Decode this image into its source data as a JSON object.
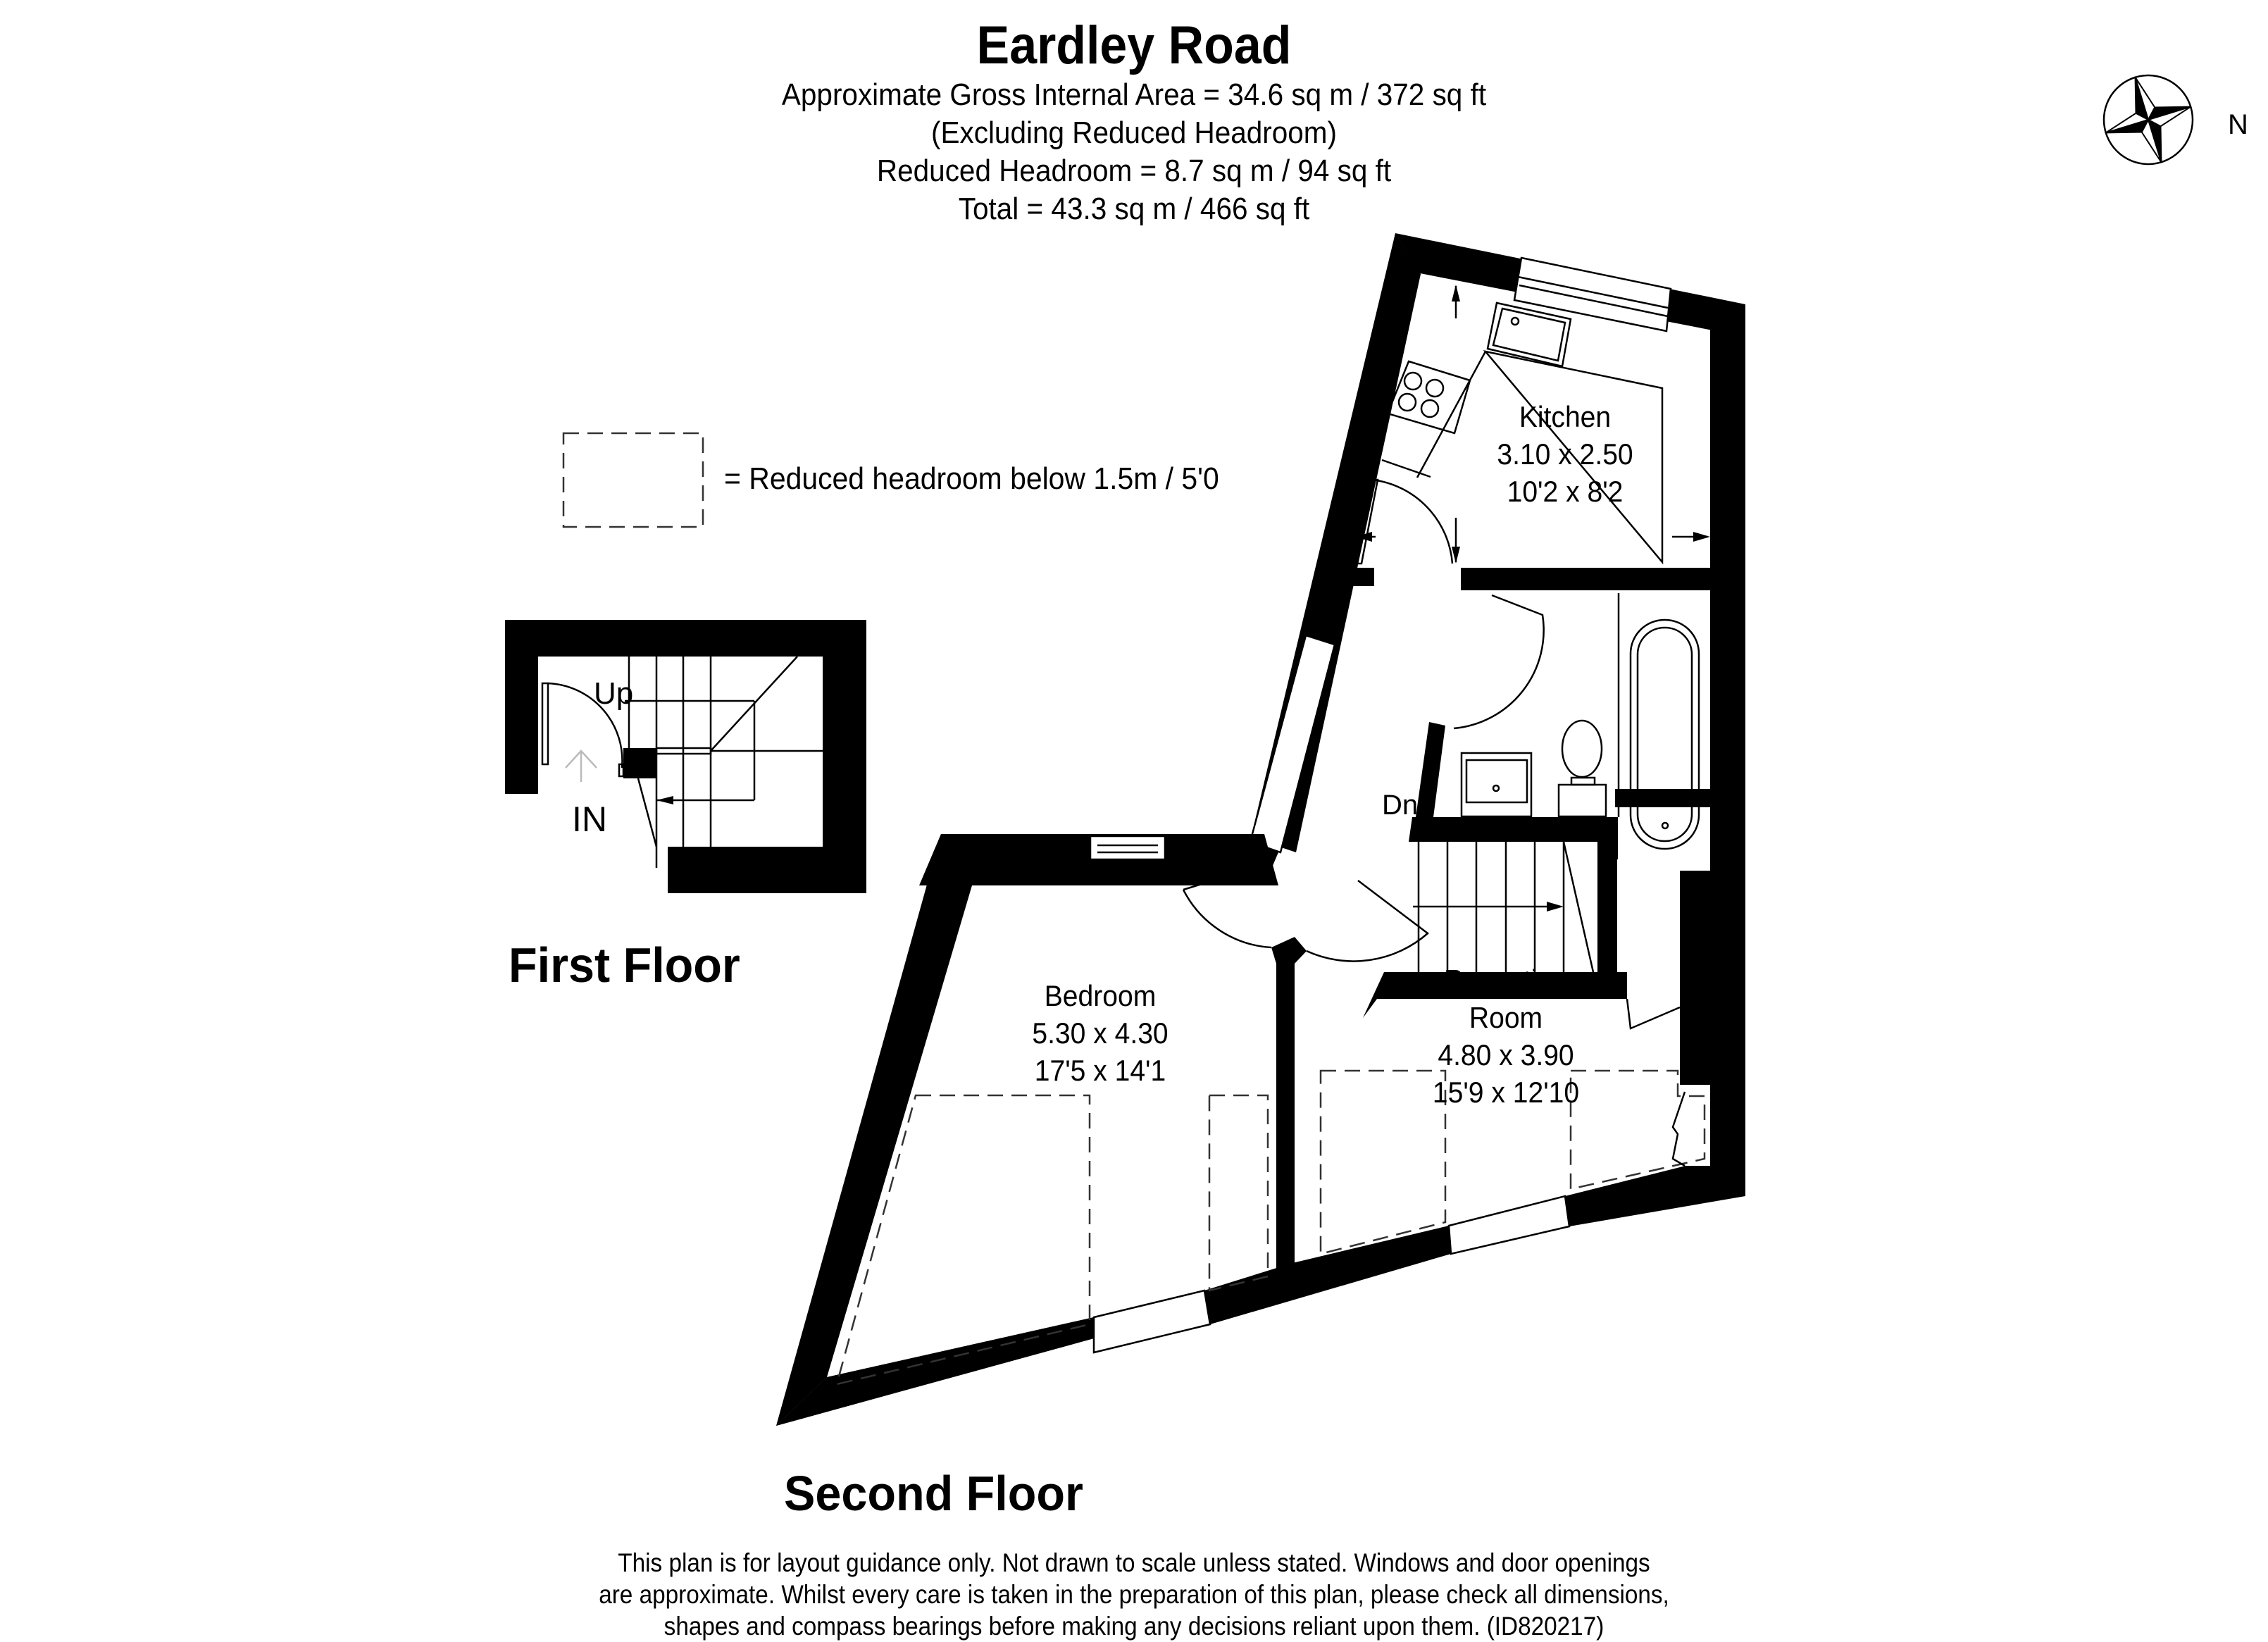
{
  "header": {
    "title": "Eardley Road",
    "lines": [
      "Approximate Gross Internal Area = 34.6 sq m / 372 sq ft",
      "(Excluding Reduced Headroom)",
      "Reduced Headroom = 8.7 sq m / 94 sq ft",
      "Total = 43.3 sq m / 466 sq ft"
    ]
  },
  "compass": {
    "icon": "compass-rose-icon",
    "label": "N"
  },
  "legend": {
    "icon": "dashed-box-icon",
    "text": "= Reduced headroom below 1.5m / 5'0"
  },
  "floors": [
    {
      "name": "First Floor",
      "labels": {
        "stairs": "Up",
        "entrance": "IN"
      }
    },
    {
      "name": "Second Floor",
      "labels": {
        "stairs": "Dn"
      },
      "rooms": [
        {
          "name": "Kitchen",
          "metric": "3.10 x 2.50",
          "imperial": "10'2 x 8'2"
        },
        {
          "name": "Bedroom",
          "metric": "5.30 x 4.30",
          "imperial": "17'5 x 14'1"
        },
        {
          "name": "Reception",
          "name2": "Room",
          "metric": "4.80 x 3.90",
          "imperial": "15'9 x 12'10"
        }
      ]
    }
  ],
  "disclaimer": [
    "This plan is for layout guidance only. Not drawn to scale unless stated. Windows and door openings",
    "are approximate. Whilst every care is taken in the preparation of this plan, please check all dimensions,",
    "shapes and compass bearings before making any decisions reliant upon them. (ID820217)"
  ]
}
